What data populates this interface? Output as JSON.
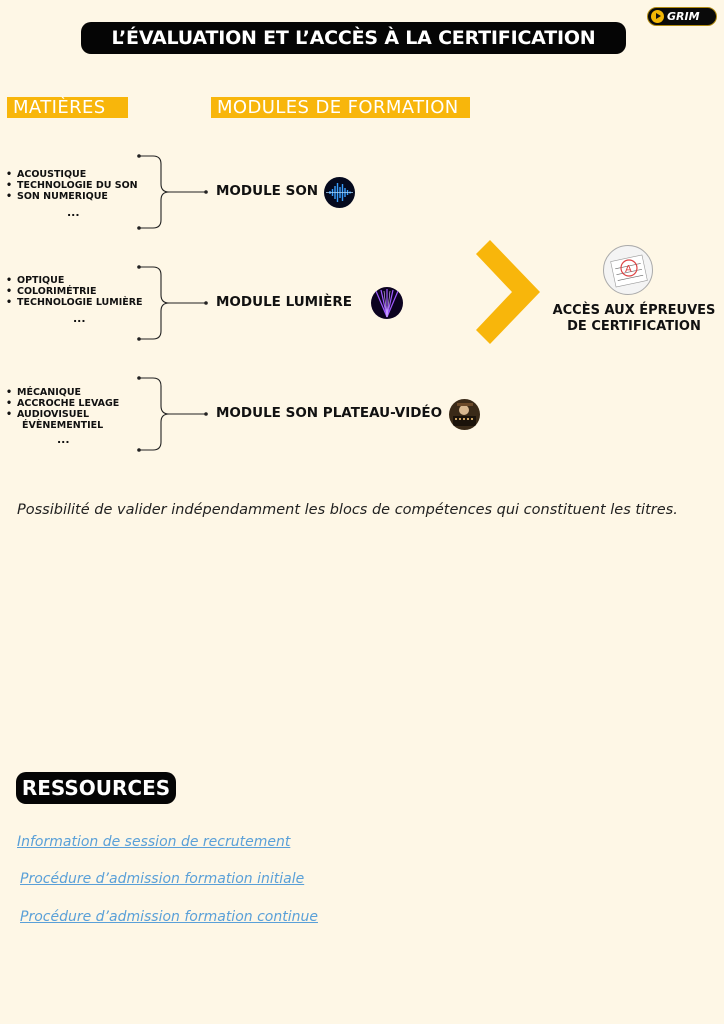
{
  "header": {
    "title": "L’ÉVALUATION ET L’ACCÈS À LA CERTIFICATION",
    "logo_text": "GRIM"
  },
  "columns": {
    "subjects_label": "MATIÈRES",
    "modules_label": "MODULES DE FORMATION"
  },
  "groups": [
    {
      "subjects": [
        "ACOUSTIQUE",
        "TECHNOLOGIE DU SON",
        "SON NUMERIQUE"
      ],
      "ellipsis": "...",
      "module": "MODULE SON",
      "icon": "sound-wave-icon"
    },
    {
      "subjects": [
        "OPTIQUE",
        "COLORIMÉTRIE",
        "TECHNOLOGIE LUMIÈRE"
      ],
      "ellipsis": "...",
      "module": "MODULE LUMIÈRE",
      "icon": "light-beams-icon"
    },
    {
      "subjects": [
        "MÉCANIQUE",
        "ACCROCHE LEVAGE",
        "AUDIOVISUEL",
        "ÉVÈNEMENTIEL"
      ],
      "ellipsis": "...",
      "module": "MODULE SON PLATEAU-VIDÉO",
      "icon": "mixing-desk-icon"
    }
  ],
  "certification": {
    "line1": "ACCÈS AUX ÉPREUVES",
    "line2": "DE CERTIFICATION",
    "icon": "exam-sheet-icon"
  },
  "note": "Possibilité de valider indépendamment les blocs de compétences qui constituent les titres.",
  "resources": {
    "title": "RESSOURCES",
    "links": [
      "Information de session de recrutement",
      "Procédure d’admission formation initiale",
      "Procédure d’admission formation continue"
    ]
  },
  "colors": {
    "background": "#fef7e6",
    "accent": "#f8b60b",
    "dark": "#050505",
    "link": "#5aa0d8"
  }
}
